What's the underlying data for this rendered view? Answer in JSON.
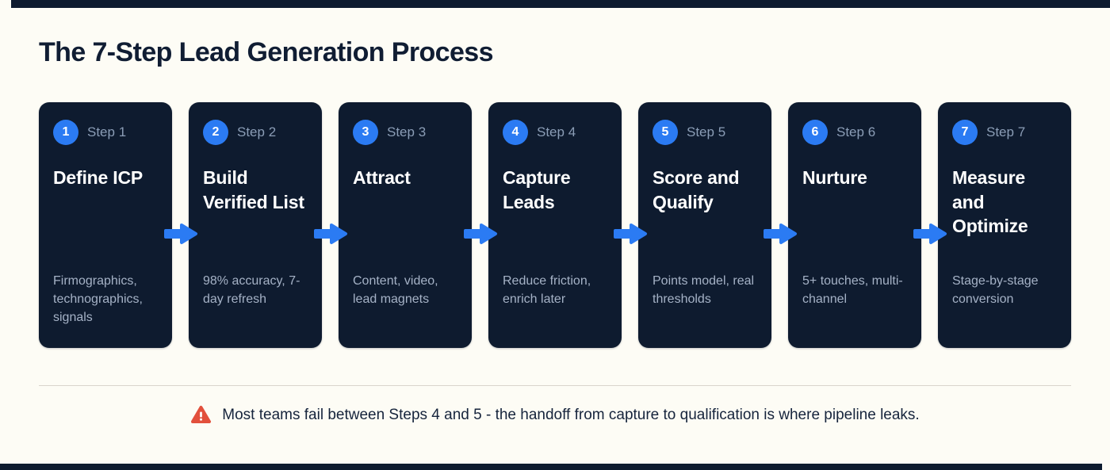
{
  "page": {
    "title": "The 7-Step Lead Generation Process",
    "warning_text": "Most teams fail between Steps 4 and 5 - the handoff from capture to qualification is where pipeline leaks."
  },
  "colors": {
    "card_background": "#0e1b2f",
    "accent_blue": "#2b7bf3",
    "warning_red": "#e2503c",
    "page_background": "#fdfcf5"
  },
  "steps": [
    {
      "number": "1",
      "label": "Step 1",
      "title": "Define ICP",
      "desc": "Firmographics, technographics, signals"
    },
    {
      "number": "2",
      "label": "Step 2",
      "title": "Build Verified List",
      "desc": "98% accuracy, 7-day refresh"
    },
    {
      "number": "3",
      "label": "Step 3",
      "title": "Attract",
      "desc": "Content, video, lead magnets"
    },
    {
      "number": "4",
      "label": "Step 4",
      "title": "Capture Leads",
      "desc": "Reduce friction, enrich later"
    },
    {
      "number": "5",
      "label": "Step 5",
      "title": "Score and Qualify",
      "desc": "Points model, real thresholds"
    },
    {
      "number": "6",
      "label": "Step 6",
      "title": "Nurture",
      "desc": "5+ touches, multi-channel"
    },
    {
      "number": "7",
      "label": "Step 7",
      "title": "Measure and Optimize",
      "desc": "Stage-by-stage conversion"
    }
  ]
}
